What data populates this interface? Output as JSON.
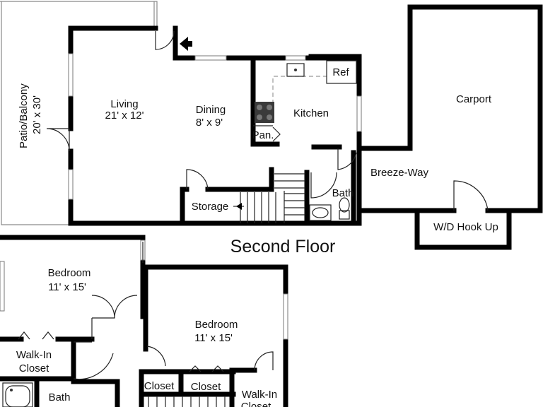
{
  "rooms": {
    "patio": "Patio/Balcony",
    "patio_size": "20' x 30'",
    "living": "Living",
    "living_size": "21' x 12'",
    "dining": "Dining",
    "dining_size": "8' x 9'",
    "kitchen": "Kitchen",
    "ref": "Ref",
    "pantry": "Pan.",
    "carport": "Carport",
    "breezeway": "Breeze-Way",
    "bath_main": "Bath",
    "storage": "Storage",
    "wd": "W/D Hook Up",
    "bedroom1": "Bedroom",
    "bedroom1_size": "11' x 15'",
    "bedroom2": "Bedroom",
    "bedroom2_size": "11' x 15'",
    "walkin1_a": "Walk-In",
    "walkin1_b": "Closet",
    "bath2": "Bath",
    "closet_a": "Closet",
    "closet_b": "Closet",
    "walkin2_a": "Walk-In",
    "walkin2_b": "Closet"
  },
  "heading": "Second Floor"
}
